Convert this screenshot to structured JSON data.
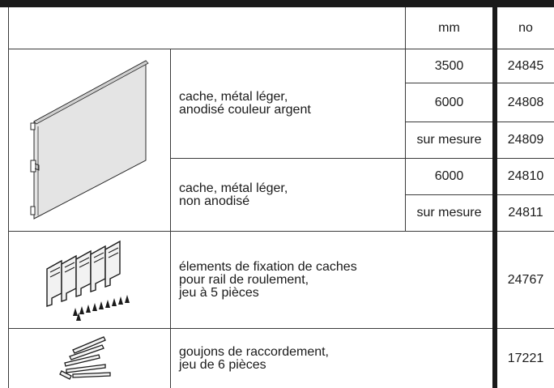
{
  "header": {
    "col_mm": "mm",
    "col_no": "no"
  },
  "rows": [
    {
      "description": "cache, métal léger,\nanodisé couleur argent",
      "variants": [
        {
          "mm": "3500",
          "no": "24845"
        },
        {
          "mm": "6000",
          "no": "24808"
        },
        {
          "mm": "sur mesure",
          "no": "24809"
        }
      ]
    },
    {
      "description": "cache, métal léger,\nnon anodisé",
      "variants": [
        {
          "mm": "6000",
          "no": "24810"
        },
        {
          "mm": "sur mesure",
          "no": "24811"
        }
      ]
    },
    {
      "description": "élements de fixation de caches\npour rail de roulement,\njeu à 5 pièces",
      "no": "24767"
    },
    {
      "description": "goujons de raccordement,\njeu de 6 pièces",
      "no": "17221"
    }
  ],
  "images": {
    "cover_panel": "cover-panel-illustration",
    "fixing_clips": "fixing-clips-illustration",
    "connecting_dowels": "connecting-dowels-illustration"
  }
}
